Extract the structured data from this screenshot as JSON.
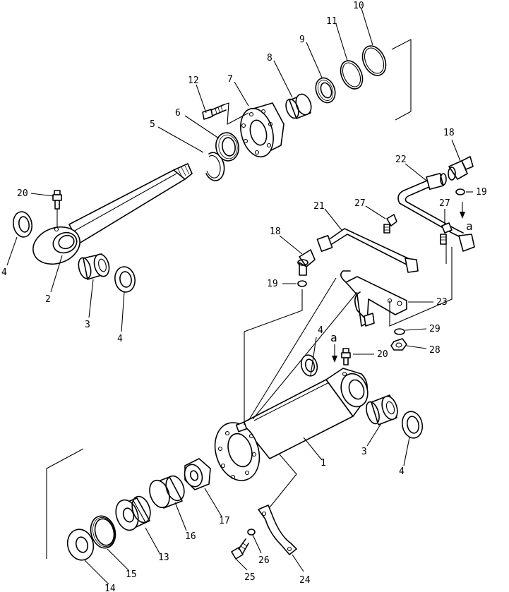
{
  "callouts": {
    "p1": "1",
    "p2": "2",
    "p3a": "3",
    "p3b": "3",
    "p4a": "4",
    "p4b": "4",
    "p4c": "4",
    "p4d": "4",
    "p5": "5",
    "p6": "6",
    "p7": "7",
    "p8": "8",
    "p9": "9",
    "p10": "10",
    "p11": "11",
    "p12": "12",
    "p13": "13",
    "p14": "14",
    "p15": "15",
    "p16": "16",
    "p17": "17",
    "p18a": "18",
    "p18b": "18",
    "p19a": "19",
    "p19b": "19",
    "p20a": "20",
    "p20b": "20",
    "p21": "21",
    "p22": "22",
    "p23": "23",
    "p24": "24",
    "p25": "25",
    "p26": "26",
    "p27a": "27",
    "p27b": "27",
    "p28": "28",
    "p29": "29"
  },
  "connection_marks": {
    "a_top": "a",
    "a_bottom": "a"
  },
  "colors": {
    "ink": "#000000",
    "paper": "#ffffff"
  }
}
